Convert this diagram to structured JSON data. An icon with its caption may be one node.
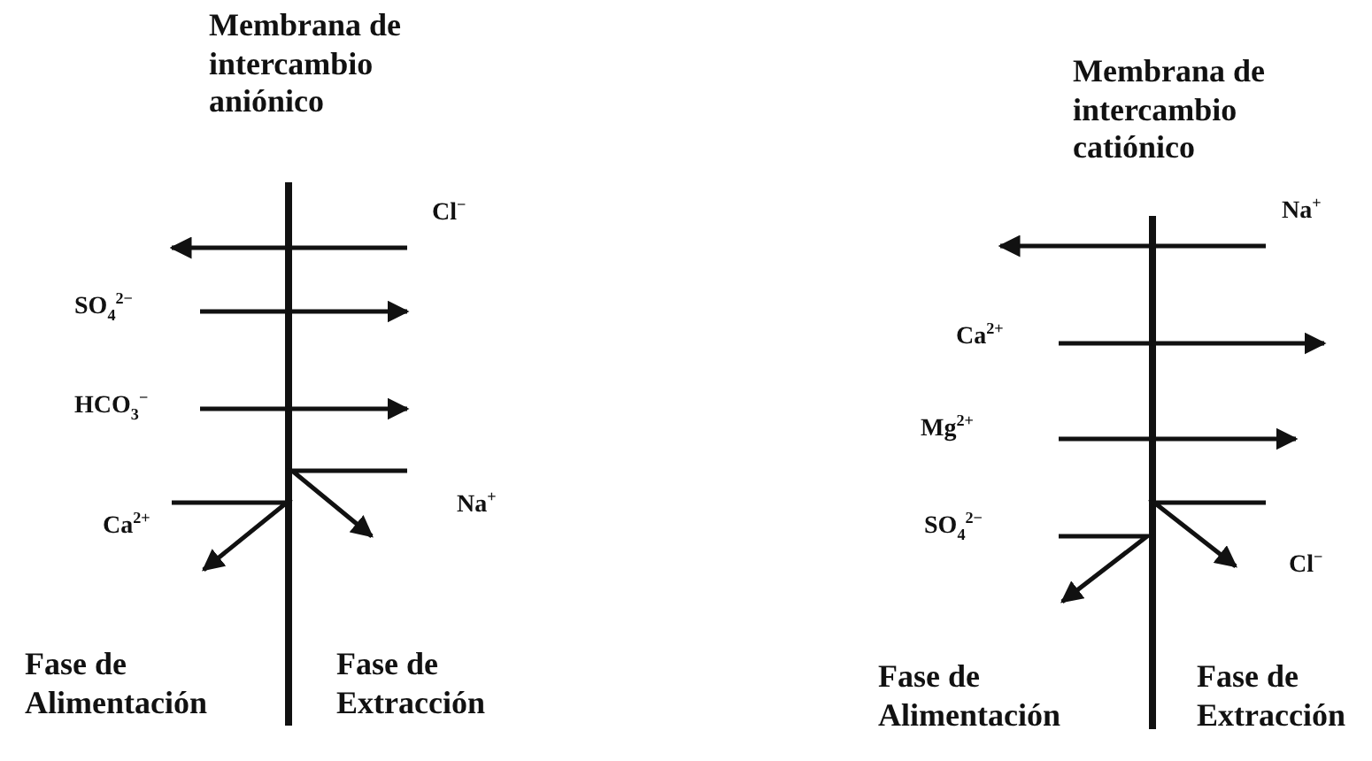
{
  "diagram": {
    "labels": [
      "Membrana de intercambio aniónico",
      "Cl$^{−}$",
      "SO$_{4}$$^{2−}$",
      "HCO$_{3}$$^{−}$",
      "Na$^{+}$",
      "Ca$^{2+}$",
      "Fase de Alimentación",
      "Fase de Extracción",
      "Membrana de intercambio catiónico",
      "Na$^{+}$",
      "Ca$^{2+}$",
      "Mg$^{2+}$",
      "SO$_{4}$$^{2−}$",
      "Cl$^{−}$",
      "Fase de Alimentación",
      "Fase de Extracción"
    ]
  }
}
